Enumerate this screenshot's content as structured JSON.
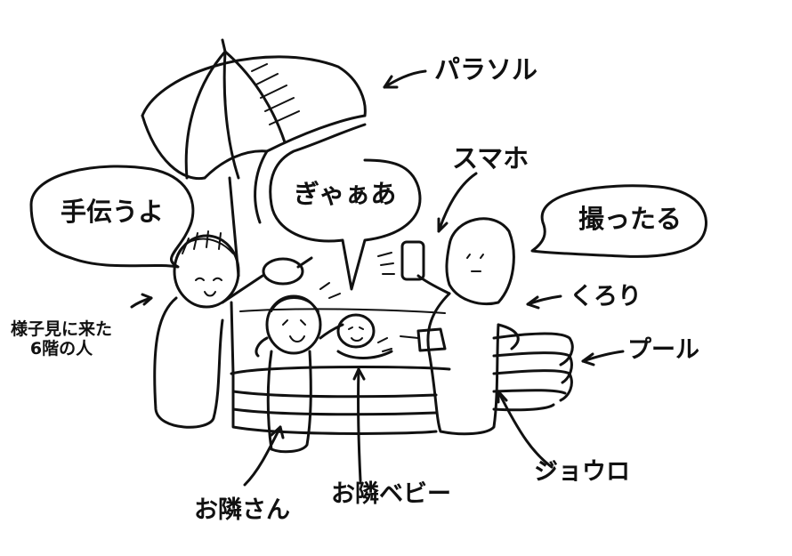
{
  "speech_bubbles": {
    "left": "手伝うよ",
    "middle": "ぎゃぁあ",
    "right": "撮ったる"
  },
  "labels": {
    "parasol": "パラソル",
    "smartphone": "スマホ",
    "kurori": "くろり",
    "pool": "プール",
    "watering_can": "ジョウロ",
    "neighbor_baby": "お隣ベビー",
    "neighbor": "お隣さん",
    "sixth_floor_person_line1": "様子見に来た",
    "sixth_floor_person_line2": "6階の人"
  },
  "colors": {
    "ink": "#111111",
    "paper": "#ffffff"
  }
}
